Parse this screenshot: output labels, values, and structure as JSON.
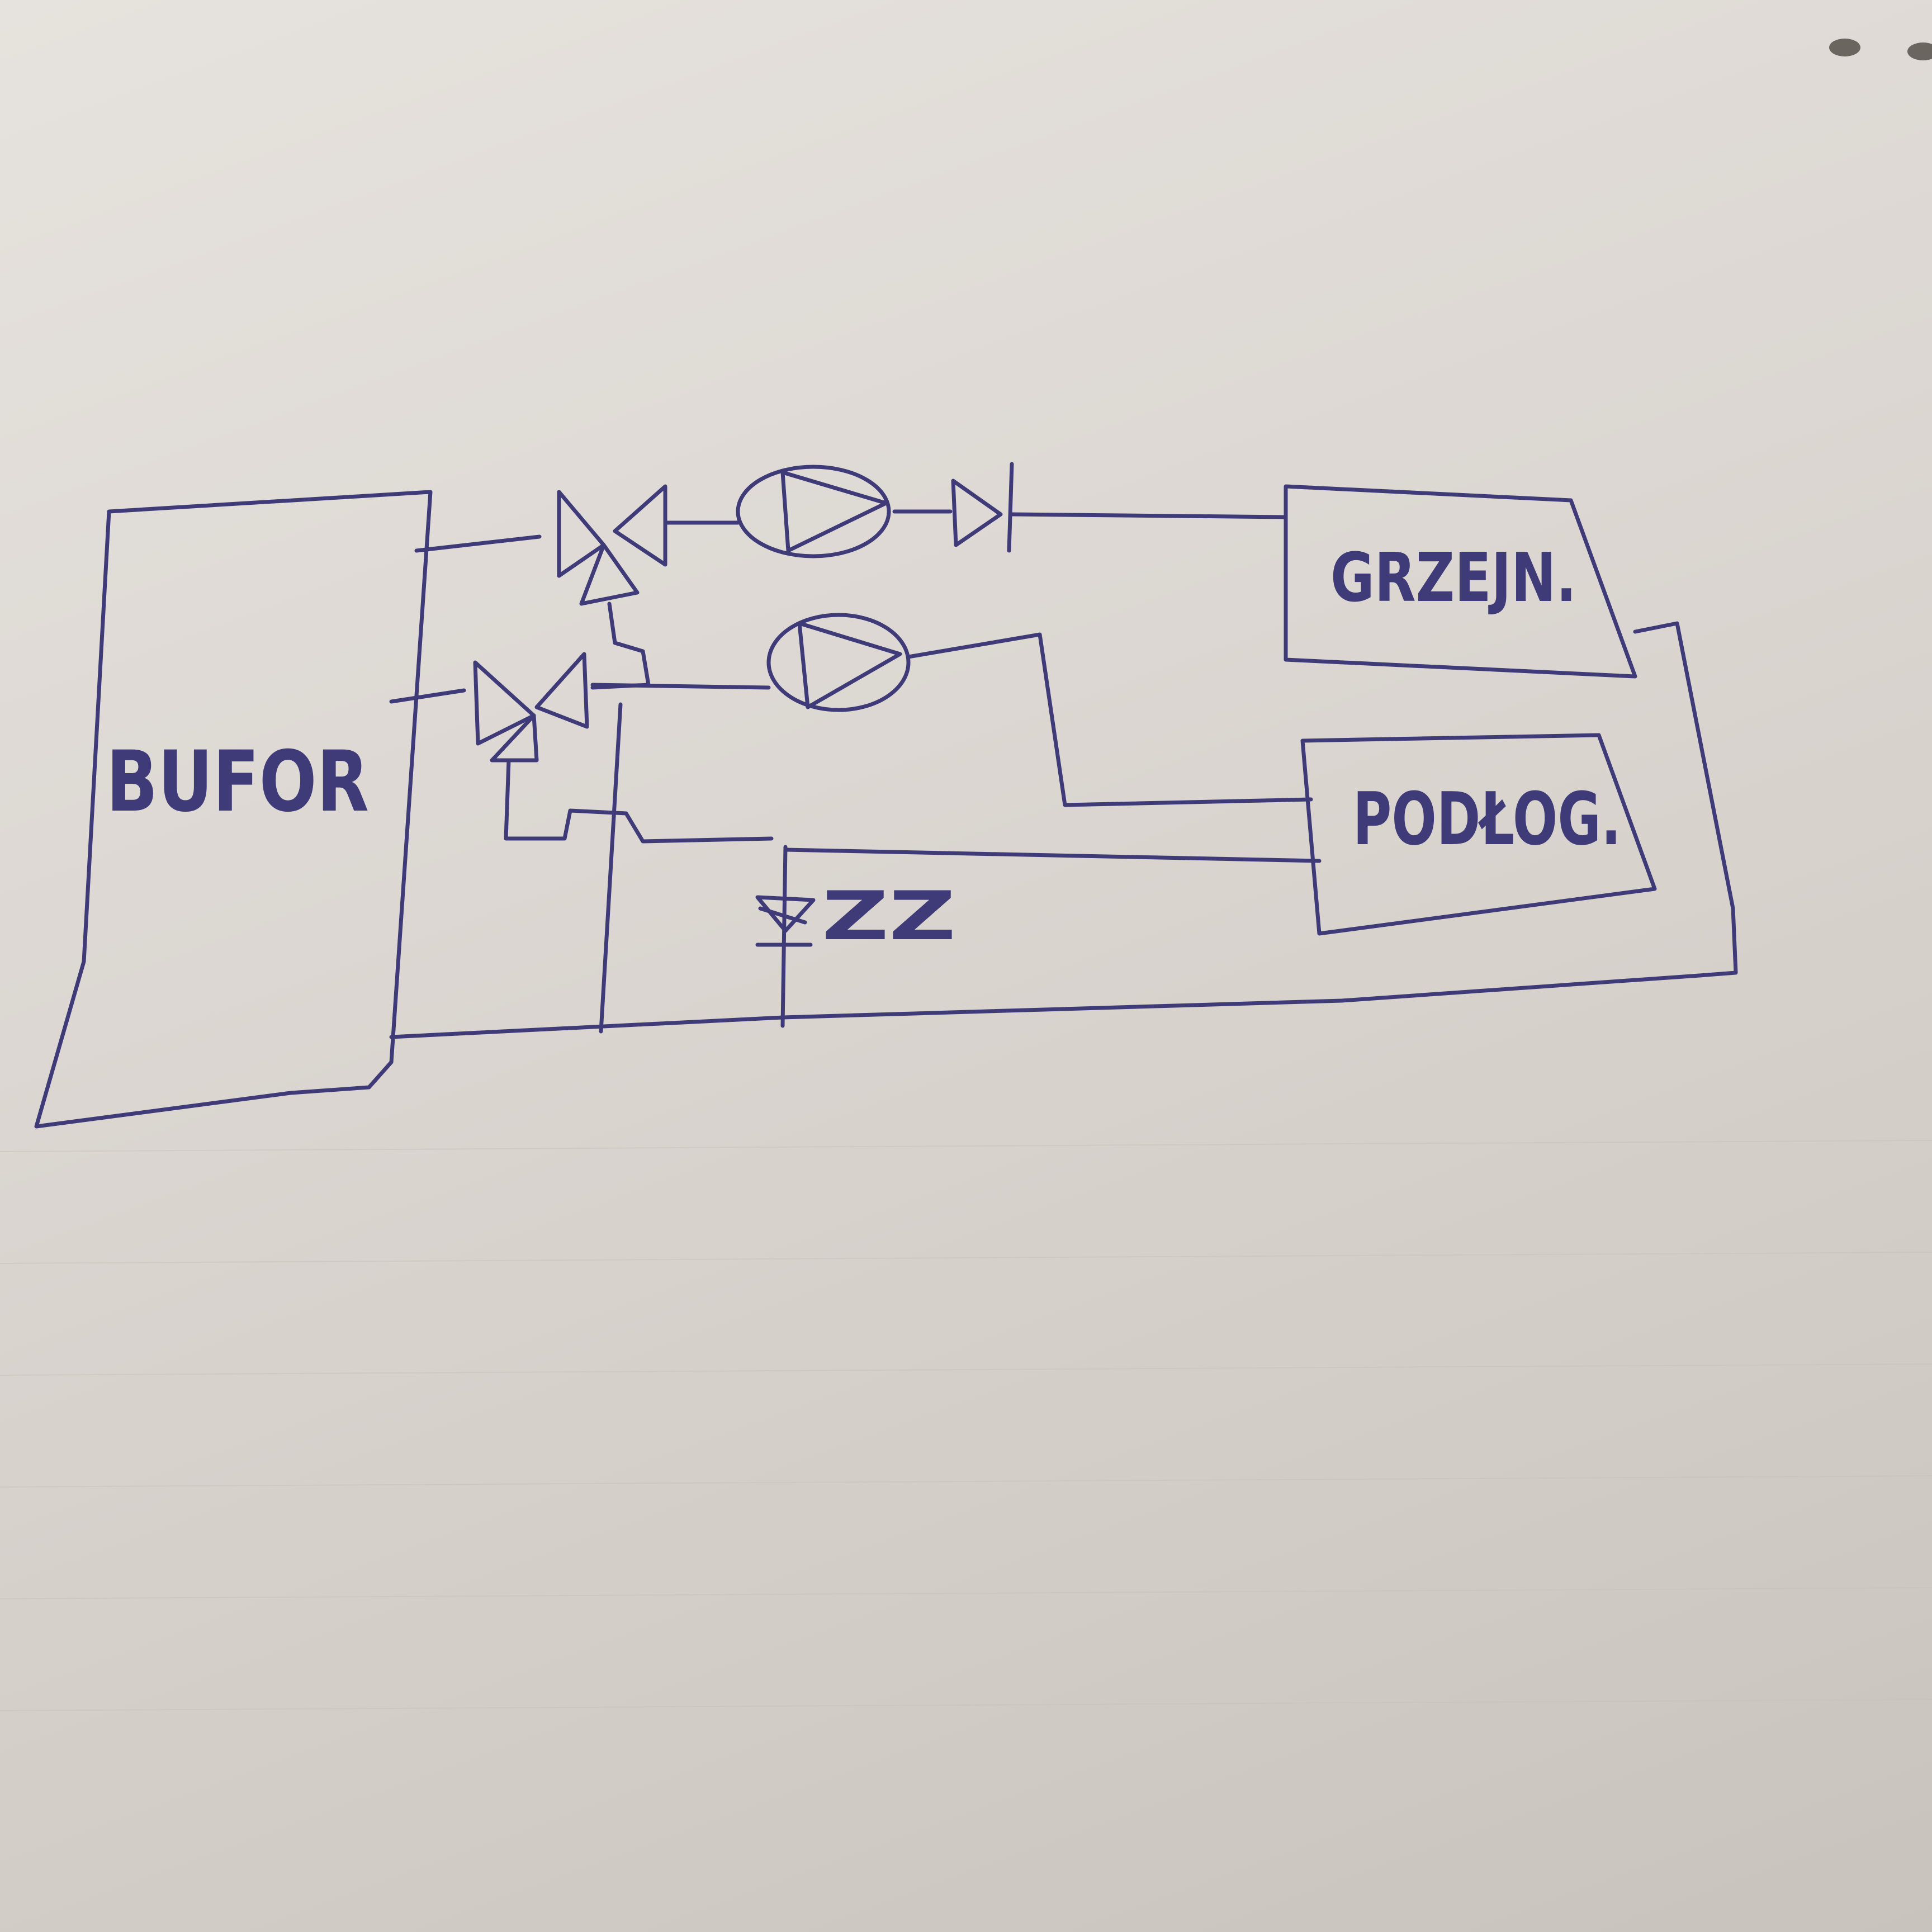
{
  "diagram": {
    "ink_color": "#3f3a78",
    "paper_color": "#ddd8d3",
    "nodes": [
      {
        "id": "bufor",
        "label": "BUFOR"
      },
      {
        "id": "grzejn",
        "label": "GRZEJN."
      },
      {
        "id": "podlog",
        "label": "PODŁOG."
      }
    ],
    "annotations": [
      {
        "id": "zz",
        "label": "ZZ"
      }
    ],
    "symbols": [
      {
        "id": "valve-upper",
        "type": "three-way-valve-icon"
      },
      {
        "id": "valve-lower",
        "type": "three-way-valve-icon"
      },
      {
        "id": "pump-upper",
        "type": "pump-icon"
      },
      {
        "id": "pump-lower",
        "type": "pump-icon"
      },
      {
        "id": "check-valve",
        "type": "check-valve-icon"
      },
      {
        "id": "zz-valve",
        "type": "valve-icon"
      }
    ]
  }
}
